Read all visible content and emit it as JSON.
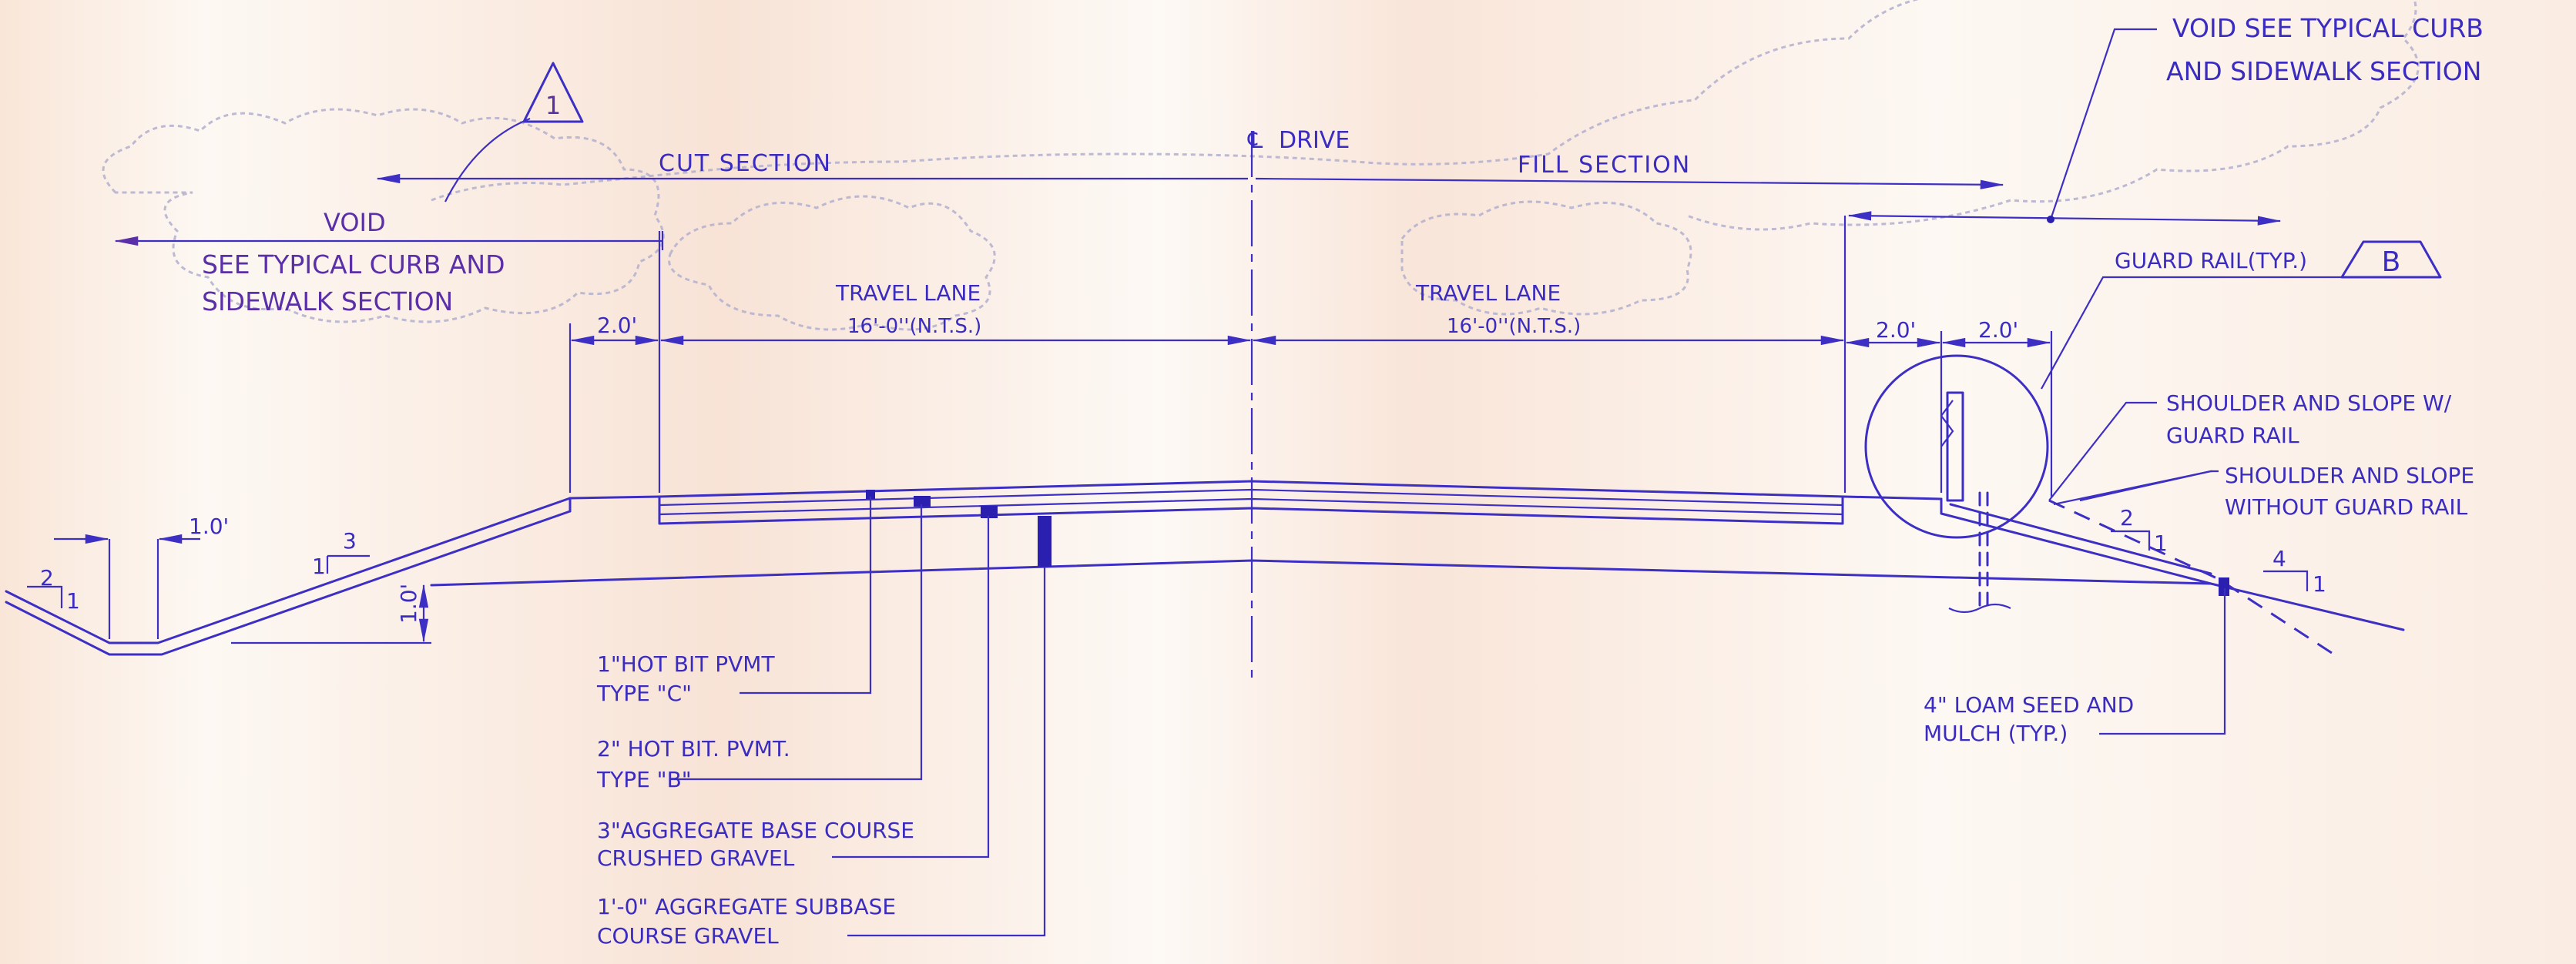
{
  "revision_mark": "1",
  "detail_tag": "B",
  "centerline": {
    "symbol": "℄",
    "label": "DRIVE"
  },
  "section_labels": {
    "cut": "CUT SECTION",
    "fill": "FILL SECTION"
  },
  "void_left": {
    "title": "VOID",
    "line1": "SEE TYPICAL CURB AND",
    "line2": "SIDEWALK SECTION"
  },
  "void_right": {
    "line1": "VOID SEE TYPICAL CURB",
    "line2": "AND SIDEWALK SECTION"
  },
  "guard_rail": "GUARD RAIL(TYP.)",
  "travel_lane_left": {
    "label": "TRAVEL LANE",
    "dim": "16'-0''(N.T.S.)"
  },
  "travel_lane_right": {
    "label": "TRAVEL LANE",
    "dim": "16'-0''(N.T.S.)"
  },
  "dims": {
    "shoulder_left": "2.0'",
    "shoulder_right_1": "2.0'",
    "shoulder_right_2": "2.0'",
    "ditch_bottom": "1.0'",
    "ditch_depth": "1.0'"
  },
  "slopes": {
    "left_outer": {
      "rise": "1",
      "run": "2"
    },
    "left_inner": {
      "rise": "1",
      "run": "3"
    },
    "right_guard": {
      "rise": "1",
      "run": "2"
    },
    "right_outer": {
      "rise": "1",
      "run": "4"
    }
  },
  "right_notes": {
    "with_rail_1": "SHOULDER AND SLOPE W/",
    "with_rail_2": "GUARD RAIL",
    "without_rail_1": "SHOULDER AND SLOPE",
    "without_rail_2": "WITHOUT GUARD RAIL",
    "loam_1": "4\" LOAM SEED AND",
    "loam_2": "MULCH (TYP.)"
  },
  "layers": [
    {
      "line1": "1\"HOT BIT PVMT",
      "line2": "TYPE \"C\""
    },
    {
      "line1": "2\" HOT BIT. PVMT.",
      "line2": "TYPE \"B\""
    },
    {
      "line1": "3\"AGGREGATE BASE COURSE",
      "line2": "CRUSHED GRAVEL"
    },
    {
      "line1": "1'-0\" AGGREGATE SUBBASE",
      "line2": "COURSE GRAVEL"
    }
  ],
  "colors": {
    "ink": "#3d2fc4",
    "paper": "#fbf4ee",
    "cloud": "#b6b3cf"
  }
}
